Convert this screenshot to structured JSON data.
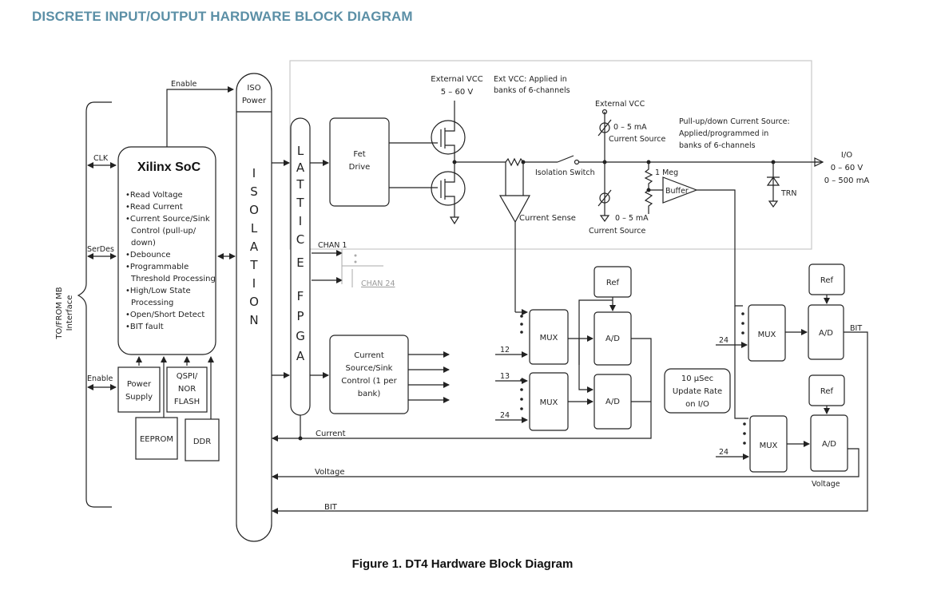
{
  "page_title": "DISCRETE INPUT/OUTPUT HARDWARE BLOCK DIAGRAM",
  "caption": "Figure 1. DT4 Hardware Block Diagram",
  "left": {
    "interface": [
      "TO/FROM MB",
      "Interface"
    ],
    "clk": "CLK",
    "serdes": "SerDes",
    "enable_left": "Enable",
    "enable_top": "Enable"
  },
  "soc": {
    "title": "Xilinx SoC",
    "bullets": [
      "•Read Voltage",
      "•Read Current",
      "•Current Source/Sink",
      "  Control (pull-up/",
      "  down)",
      "•Debounce",
      "•Programmable",
      "  Threshold Processing",
      "•High/Low State",
      "  Processing",
      "•Open/Short Detect",
      "•BIT fault"
    ]
  },
  "power_supply": [
    "Power",
    "Supply"
  ],
  "qspi": [
    "QSPI/",
    "NOR",
    "FLASH"
  ],
  "eeprom": "EEPROM",
  "ddr": "DDR",
  "iso_power": [
    "ISO",
    "Power"
  ],
  "isolation_letters": [
    "I",
    "S",
    "O",
    "L",
    "A",
    "T",
    "I",
    "O",
    "N"
  ],
  "fpga_letters": [
    "L",
    "A",
    "T",
    "T",
    "I",
    "C",
    "E",
    "",
    "F",
    "P",
    "G",
    "A"
  ],
  "chan1": "CHAN 1",
  "chan24": "CHAN 24",
  "fet_drive": [
    "Fet",
    "Drive"
  ],
  "ext_vcc_top": [
    "External VCC",
    "5 – 60 V"
  ],
  "ext_vcc_note": [
    "Ext VCC: Applied in",
    "banks of 6-channels"
  ],
  "ext_vcc_mid": "External VCC",
  "current_source_top": [
    "0 – 5 mA",
    "Current Source"
  ],
  "pullupdown_note": [
    "Pull-up/down Current Source:",
    "Applied/programmed in",
    "banks of 6-channels"
  ],
  "isolation_switch": "Isolation Switch",
  "one_meg": "1 Meg",
  "buffer": "Buffer",
  "io": [
    "I/O",
    "0 – 60 V",
    "0 – 500 mA"
  ],
  "trn": "TRN",
  "current_sense": "Current Sense",
  "current_source_bottom": [
    "0 – 5 mA",
    "Current Source"
  ],
  "current_sink_box": [
    "Current",
    "Source/Sink",
    "Control (1 per",
    "bank)"
  ],
  "mux": "MUX",
  "ad": "A/D",
  "ref": "Ref",
  "num_12": "12",
  "num_13": "13",
  "num_24": "24",
  "update_rate": [
    "10 µSec",
    "Update Rate",
    "on I/O"
  ],
  "bit": "BIT",
  "current_label": "Current",
  "voltage_label": "Voltage",
  "voltage_right": "Voltage",
  "bit_label": "BIT"
}
